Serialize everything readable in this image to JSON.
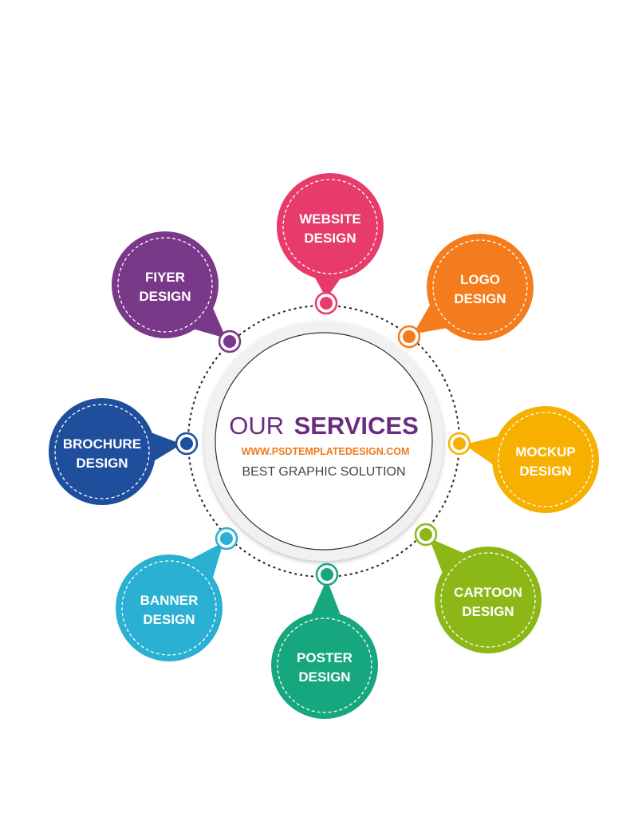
{
  "center": {
    "title_light": "OUR",
    "title_bold": "SERVICES",
    "url": "WWW.PSDTEMPLATEDESIGN.COM",
    "subtitle": "BEST GRAPHIC SOLUTION"
  },
  "services": [
    {
      "line1": "WEBSITE",
      "line2": "DESIGN",
      "color": "#e63b6b"
    },
    {
      "line1": "LOGO",
      "line2": "DESIGN",
      "color": "#f47c1c"
    },
    {
      "line1": "MOCKUP",
      "line2": "DESIGN",
      "color": "#f7b000"
    },
    {
      "line1": "CARTOON",
      "line2": "DESIGN",
      "color": "#8bb817"
    },
    {
      "line1": "POSTER",
      "line2": "DESIGN",
      "color": "#17a77e"
    },
    {
      "line1": "BANNER",
      "line2": "DESIGN",
      "color": "#2ab0d2"
    },
    {
      "line1": "BROCHURE",
      "line2": "DESIGN",
      "color": "#1f4e9c"
    },
    {
      "line1": "FIYER",
      "line2": "DESIGN",
      "color": "#7a3889"
    }
  ]
}
